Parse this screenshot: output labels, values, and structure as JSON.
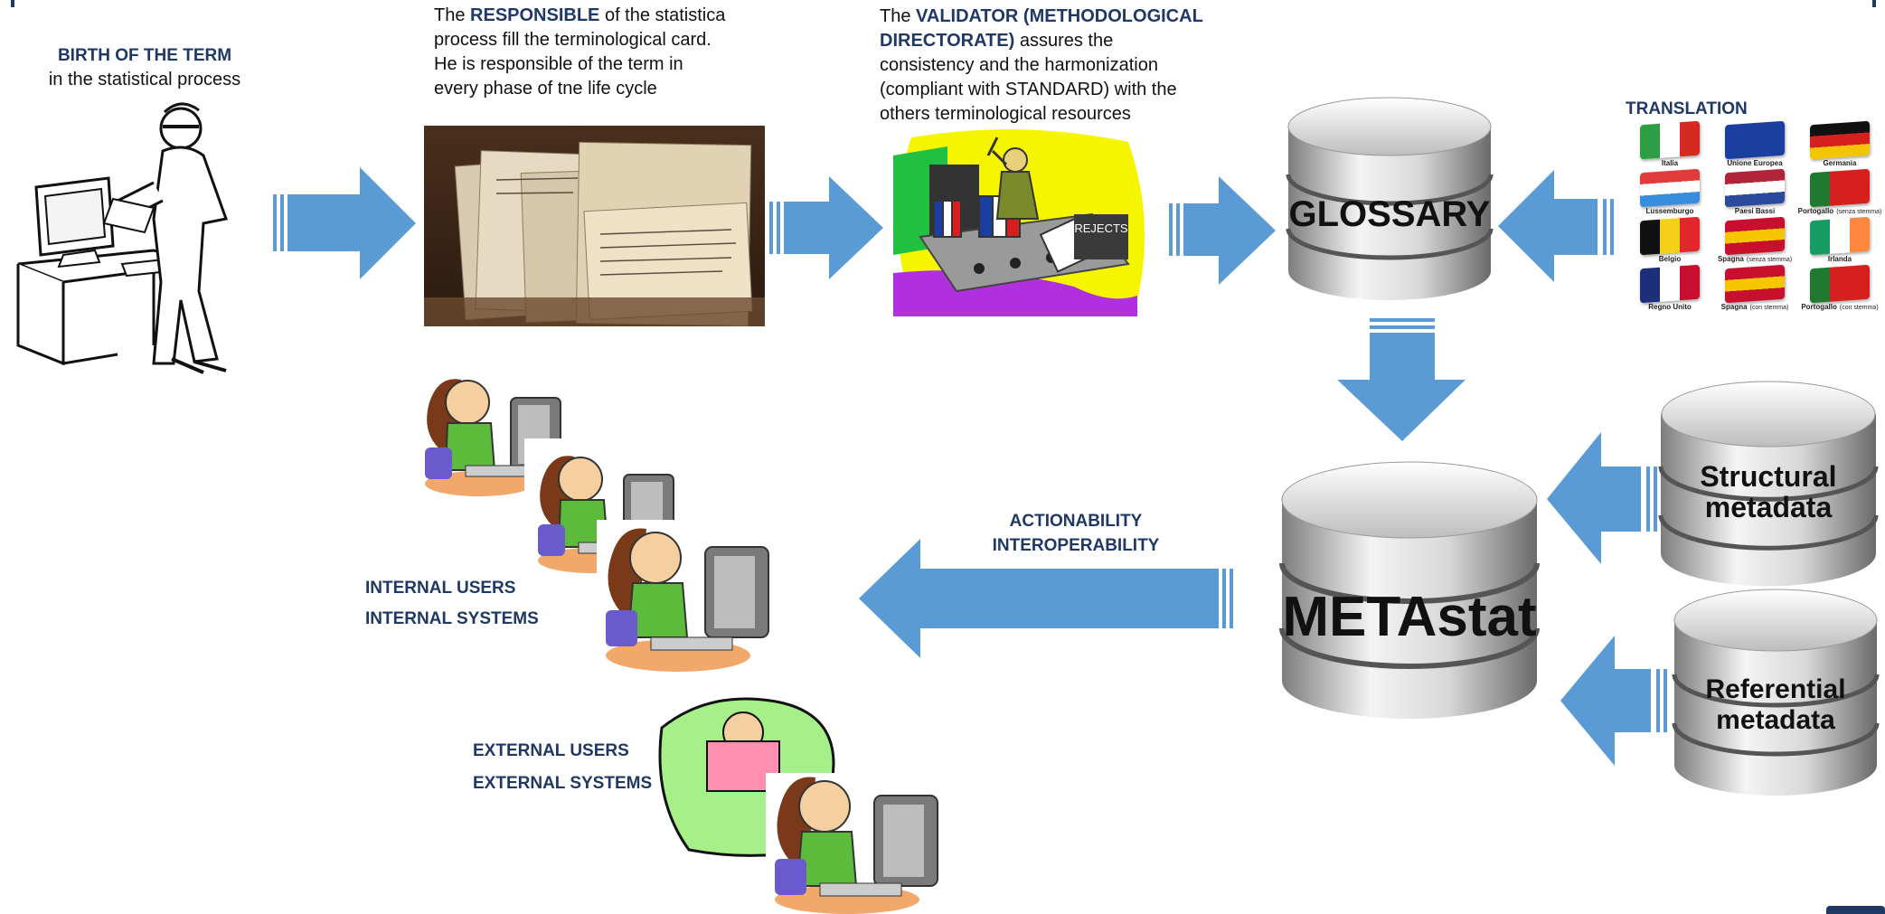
{
  "birth": {
    "heading": "BIRTH OF THE TERM",
    "subtext": "in the statistical process"
  },
  "responsible": {
    "prefix": "The ",
    "highlight": "RESPONSIBLE",
    "line1_rest": " of the statistica",
    "line2": "process fill the terminological card.",
    "line3": "He is responsible of the term in",
    "line4": "every phase of tne life cycle"
  },
  "validator": {
    "prefix": "The ",
    "highlight_line1": "VALIDATOR (METHODOLOGICAL",
    "highlight_line2": "DIRECTORATE)",
    "line2_rest": " assures the",
    "line3": "consistency and the harmonization",
    "line4": "(compliant with STANDARD) with the",
    "line5": "others terminological resources",
    "rejects_label": "REJECTS"
  },
  "glossary": {
    "label": "GLOSSARY"
  },
  "translation": {
    "heading": "TRANSLATION",
    "flags": [
      {
        "label": "Italia",
        "colors": [
          "#2e9e44",
          "#ffffff",
          "#d52b1e"
        ],
        "dir": "v"
      },
      {
        "label": "Unione Europea",
        "colors": [
          "#1b3fa0",
          "#1b3fa0",
          "#1b3fa0"
        ],
        "dir": "v"
      },
      {
        "label": "Germania",
        "colors": [
          "#111111",
          "#d61f1f",
          "#f2c500"
        ],
        "dir": "h"
      },
      {
        "label": "Lussemburgo",
        "colors": [
          "#e23b3b",
          "#ffffff",
          "#3a8dde"
        ],
        "dir": "h"
      },
      {
        "label": "Paesi Bassi",
        "colors": [
          "#b0243a",
          "#ffffff",
          "#2a4a9c"
        ],
        "dir": "h"
      },
      {
        "label": "Portogallo",
        "note": "(senza stemma)",
        "colors": [
          "#1f7a2f",
          "#d6201d",
          "#d6201d"
        ],
        "dir": "v"
      },
      {
        "label": "Belgio",
        "colors": [
          "#111111",
          "#f4d019",
          "#e2262b"
        ],
        "dir": "v"
      },
      {
        "label": "Spagna",
        "note": "(senza stemma)",
        "colors": [
          "#c8102e",
          "#f7c600",
          "#c8102e"
        ],
        "dir": "h"
      },
      {
        "label": "Irlanda",
        "colors": [
          "#169b62",
          "#ffffff",
          "#ff883e"
        ],
        "dir": "v"
      },
      {
        "label": "Regno Unito",
        "colors": [
          "#1d2f7a",
          "#ffffff",
          "#c8102e"
        ],
        "dir": "v"
      },
      {
        "label": "Spagna",
        "note": "(con stemma)",
        "colors": [
          "#c8102e",
          "#f7c600",
          "#c8102e"
        ],
        "dir": "h"
      },
      {
        "label": "Portogallo",
        "note": "(con stemma)",
        "colors": [
          "#1f7a2f",
          "#d6201d",
          "#d6201d"
        ],
        "dir": "v"
      }
    ]
  },
  "metastat": {
    "label": "METAstat"
  },
  "structural": {
    "line1": "Structural",
    "line2": "metadata"
  },
  "referential": {
    "line1": "Referential",
    "line2": "metadata"
  },
  "actionability": {
    "line1": "ACTIONABILITY",
    "line2": "INTEROPERABILITY"
  },
  "internal": {
    "line1": "INTERNAL USERS",
    "line2": "INTERNAL SYSTEMS"
  },
  "external": {
    "line1": "EXTERNAL USERS",
    "line2": "EXTERNAL SYSTEMS"
  },
  "colors": {
    "arrow": "#5b9bd5",
    "navy": "#1f3864",
    "db_light": "#eeeeee",
    "db_dark": "#8a8a8a"
  }
}
